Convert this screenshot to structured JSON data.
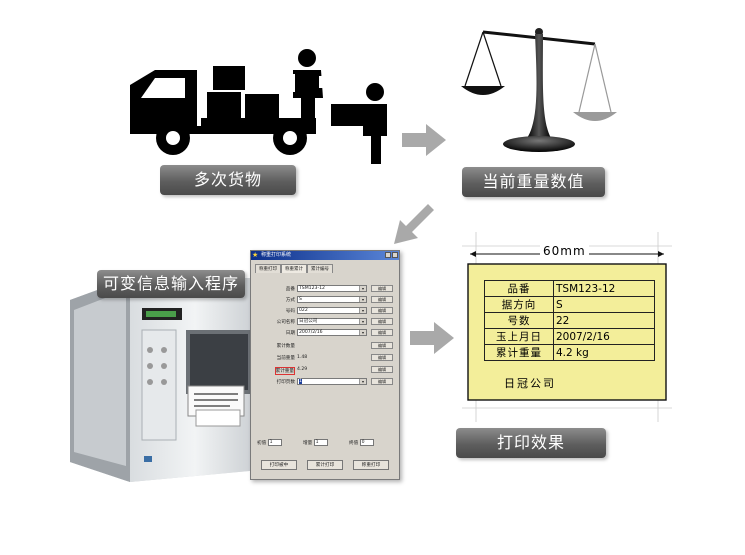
{
  "labels": {
    "goods": "多次货物",
    "current_weight": "当前重量数值",
    "input_program": "可变信息输入程序",
    "print_effect": "打印效果"
  },
  "dialog": {
    "title": "称重打印系统",
    "tabs": [
      "称重打印",
      "称重累计",
      "累计编号"
    ],
    "fields": [
      {
        "label": "品番",
        "value": "TSM123-12",
        "has_dropdown": true
      },
      {
        "label": "方式",
        "value": "S",
        "has_dropdown": true
      },
      {
        "label": "号码",
        "value": "022",
        "has_dropdown": true
      },
      {
        "label": "公司名称",
        "value": "日冠公司",
        "has_dropdown": true
      },
      {
        "label": "日期",
        "value": "2007/2/16",
        "has_dropdown": true
      }
    ],
    "readonly": [
      {
        "label": "累计数量",
        "value": ""
      },
      {
        "label": "当前重量",
        "value": "1.48"
      },
      {
        "label": "累计重量",
        "value": "4.29"
      }
    ],
    "print_count_label": "打印页数",
    "print_count_value": "1",
    "edit_label": "编辑",
    "counters": [
      {
        "label": "初值",
        "value": "1"
      },
      {
        "label": "增量",
        "value": "1"
      },
      {
        "label": "终值",
        "value": "0"
      }
    ],
    "bottom_buttons": [
      "打印被中",
      "累计打印",
      "称重打印"
    ]
  },
  "label_output": {
    "width_text": "60mm",
    "rows": [
      {
        "key": "品番",
        "value": "TSM123-12"
      },
      {
        "key": "据方向",
        "value": "S"
      },
      {
        "key": "号数",
        "value": "22"
      },
      {
        "key": "玉上月日",
        "value": "2007/2/16"
      },
      {
        "key": "累计重量",
        "value": "4.2 kg"
      }
    ],
    "company": "日冠公司"
  },
  "colors": {
    "label_bg": "#f3ee9a",
    "pill_dark": "#555555",
    "arrow": "#a9a9a9",
    "icon_black": "#000000"
  }
}
